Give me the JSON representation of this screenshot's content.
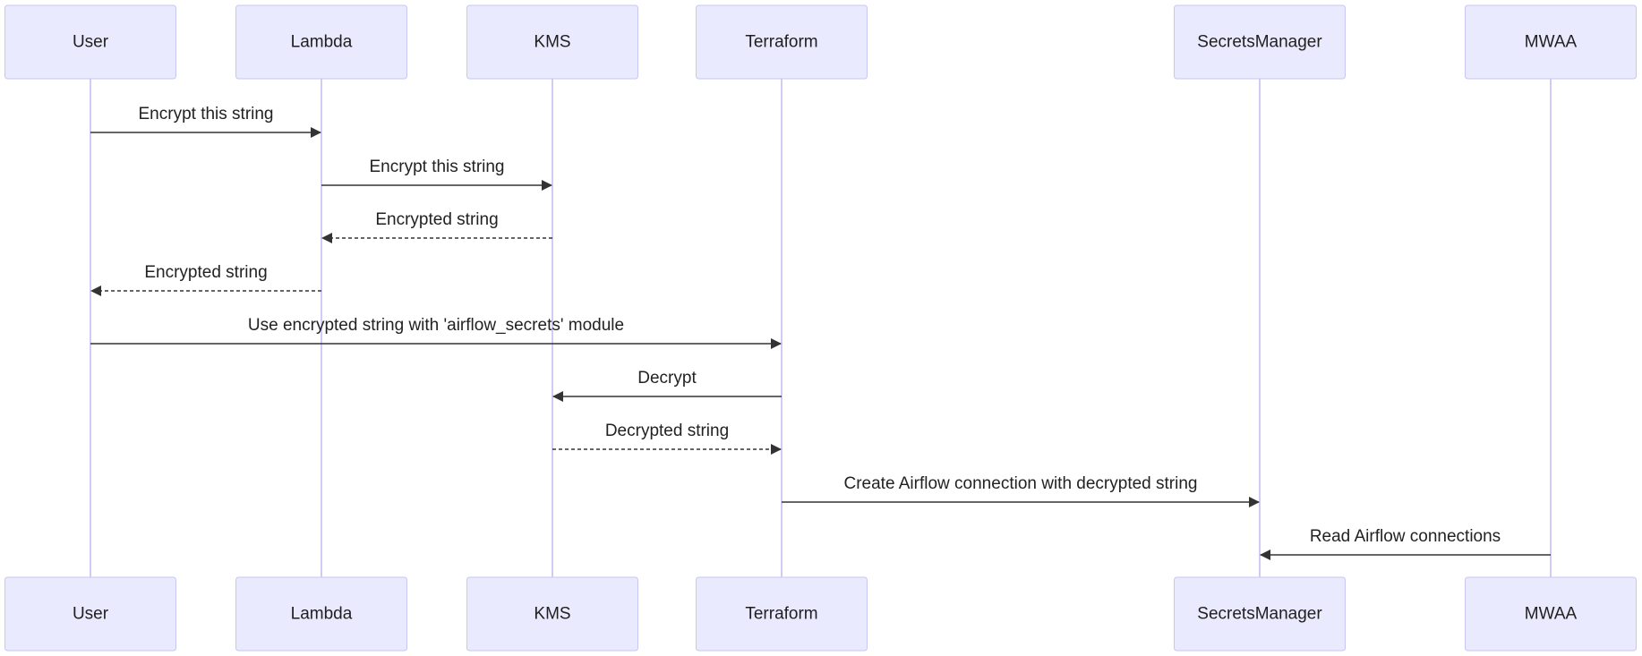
{
  "participants": [
    {
      "id": "user",
      "label": "User"
    },
    {
      "id": "lambda",
      "label": "Lambda"
    },
    {
      "id": "kms",
      "label": "KMS"
    },
    {
      "id": "terraform",
      "label": "Terraform"
    },
    {
      "id": "secretsmanager",
      "label": "SecretsManager"
    },
    {
      "id": "mwaa",
      "label": "MWAA"
    }
  ],
  "messages": [
    {
      "from": "user",
      "to": "lambda",
      "label": "Encrypt this string",
      "style": "solid"
    },
    {
      "from": "lambda",
      "to": "kms",
      "label": "Encrypt this string",
      "style": "solid"
    },
    {
      "from": "kms",
      "to": "lambda",
      "label": "Encrypted string",
      "style": "dashed"
    },
    {
      "from": "lambda",
      "to": "user",
      "label": "Encrypted string",
      "style": "dashed"
    },
    {
      "from": "user",
      "to": "terraform",
      "label": "Use encrypted string with 'airflow_secrets' module",
      "style": "solid"
    },
    {
      "from": "terraform",
      "to": "kms",
      "label": "Decrypt",
      "style": "solid"
    },
    {
      "from": "kms",
      "to": "terraform",
      "label": "Decrypted string",
      "style": "dashed"
    },
    {
      "from": "terraform",
      "to": "secretsmanager",
      "label": "Create Airflow connection with decrypted string",
      "style": "solid"
    },
    {
      "from": "mwaa",
      "to": "secretsmanager",
      "label": "Read Airflow connections",
      "style": "solid"
    }
  ],
  "colors": {
    "actor_fill": "#eaeafe",
    "actor_border": "#c8c6f2",
    "lifeline": "#cfcdf6",
    "arrow": "#333333",
    "text": "#222222"
  }
}
